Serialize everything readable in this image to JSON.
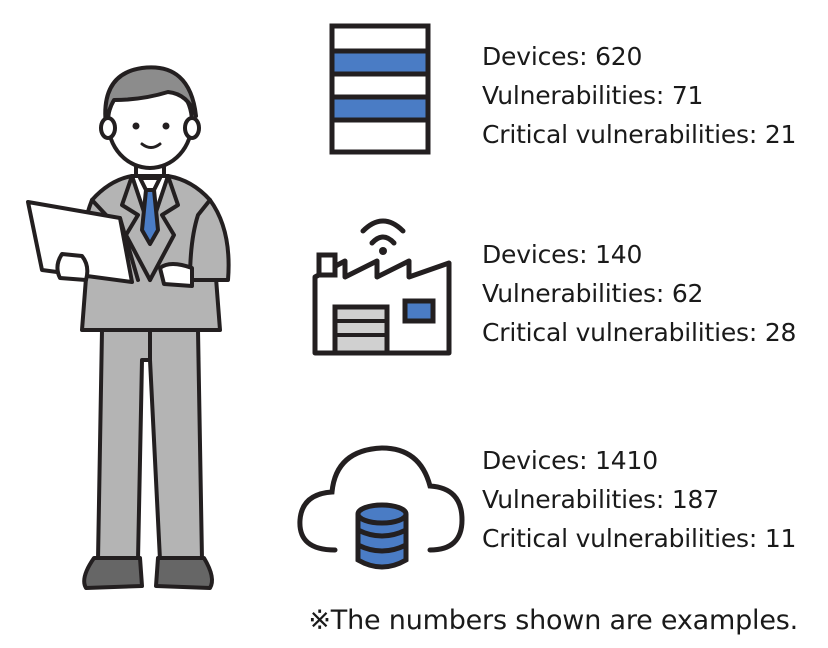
{
  "colors": {
    "outline": "#231f20",
    "accent_blue": "#4a7cc5",
    "suit_gray": "#b4b4b4",
    "light_gray": "#d0d0d0",
    "skin": "#ffffff"
  },
  "groups": [
    {
      "icon": "server-rack-icon",
      "devices": "Devices: 620",
      "vulnerabilities": "Vulnerabilities: 71",
      "critical": "Critical vulnerabilities: 21"
    },
    {
      "icon": "smart-factory-icon",
      "devices": "Devices: 140",
      "vulnerabilities": "Vulnerabilities: 62",
      "critical": "Critical vulnerabilities: 28"
    },
    {
      "icon": "cloud-database-icon",
      "devices": "Devices: 1410",
      "vulnerabilities": "Vulnerabilities: 187",
      "critical": "Critical vulnerabilities: 11"
    }
  ],
  "footnote": "※The numbers shown are examples."
}
